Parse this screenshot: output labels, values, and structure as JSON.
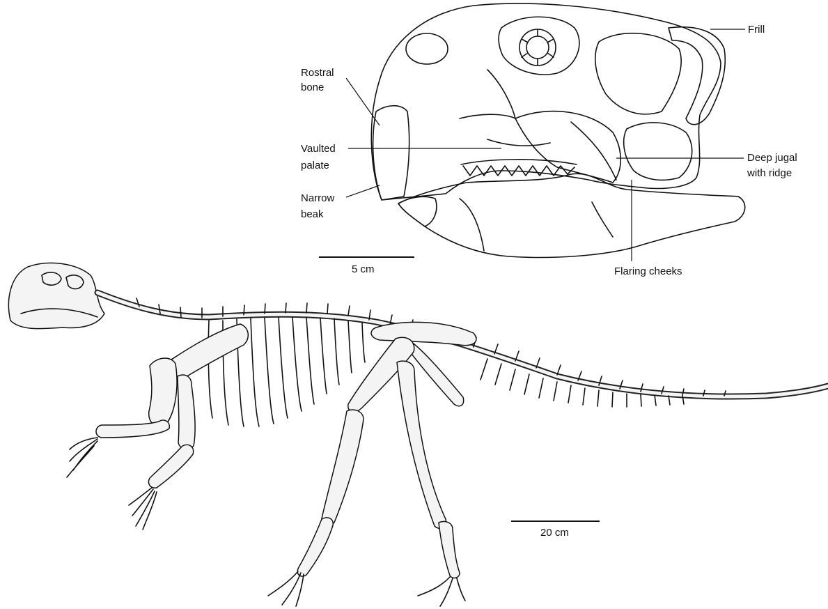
{
  "skull_labels": {
    "rostral_line1": "Rostral",
    "rostral_line2": "bone",
    "palate_line1": "Vaulted",
    "palate_line2": "palate",
    "beak_line1": "Narrow",
    "beak_line2": "beak",
    "frill": "Frill",
    "jugal_line1": "Deep jugal",
    "jugal_line2": "with ridge",
    "cheeks": "Flaring cheeks"
  },
  "scale_bars": {
    "skull": "5 cm",
    "skeleton": "20 cm"
  },
  "colors": {
    "ink": "#111111",
    "bone_fill": "#f4f4f4",
    "background": "#ffffff"
  }
}
